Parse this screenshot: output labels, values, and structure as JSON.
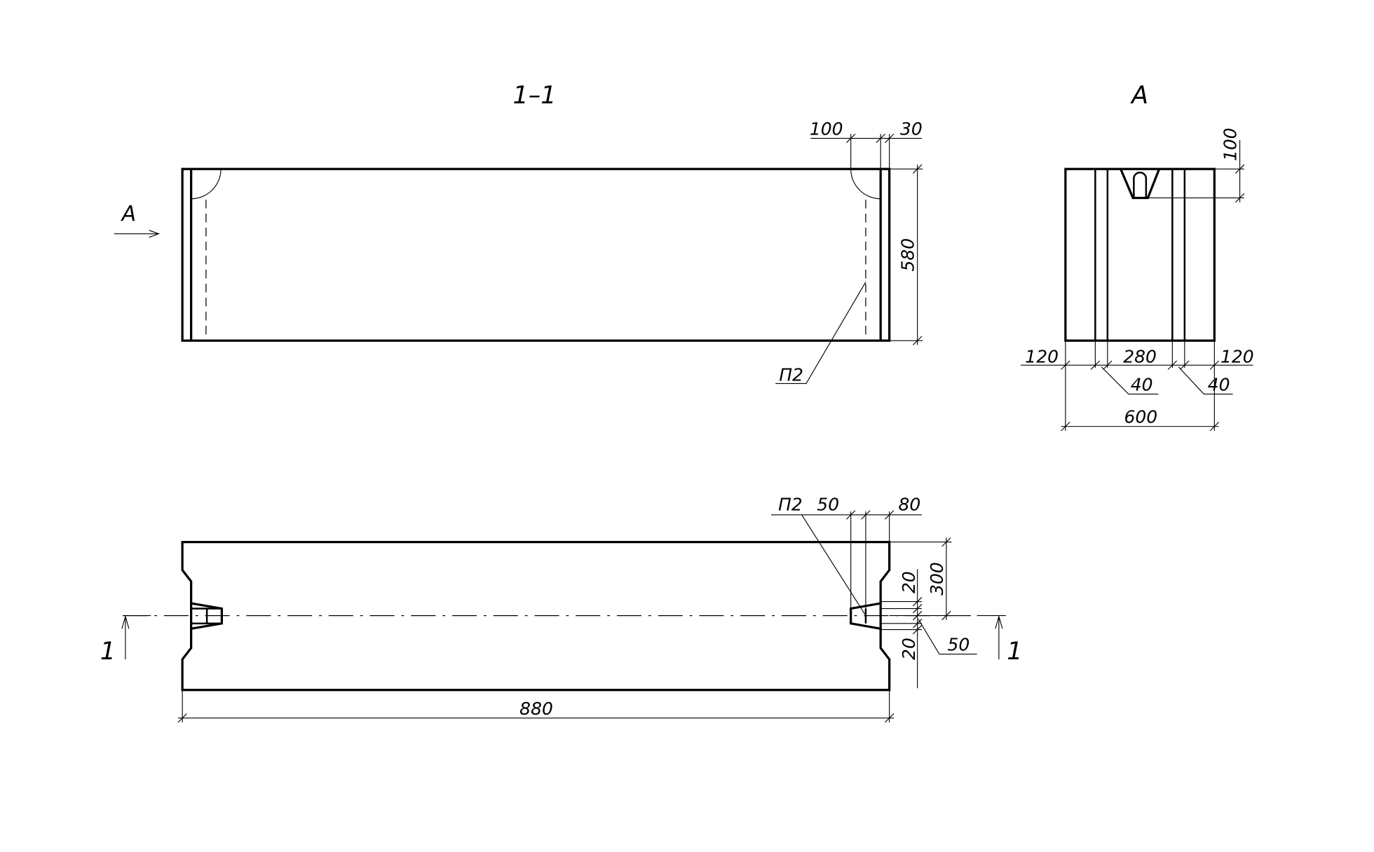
{
  "section_title": "1–1",
  "view_title": "A",
  "view_arrow_label": "A",
  "section_mark_label": "1",
  "top_view": {
    "dim_100": "100",
    "dim_30": "30",
    "dim_580": "580",
    "leader_p2": "П2"
  },
  "plan_view": {
    "leader_p2": "П2",
    "dim_50_top": "50",
    "dim_80": "80",
    "dim_300": "300",
    "dim_20_upper": "20",
    "dim_20_lower": "20",
    "dim_50_side": "50",
    "dim_880": "880",
    "section_left": "1",
    "section_right": "1"
  },
  "end_view": {
    "dim_100": "100",
    "dim_120_left": "120",
    "dim_280": "280",
    "dim_120_right": "120",
    "dim_40_left": "40",
    "dim_40_right": "40",
    "dim_600": "600"
  }
}
